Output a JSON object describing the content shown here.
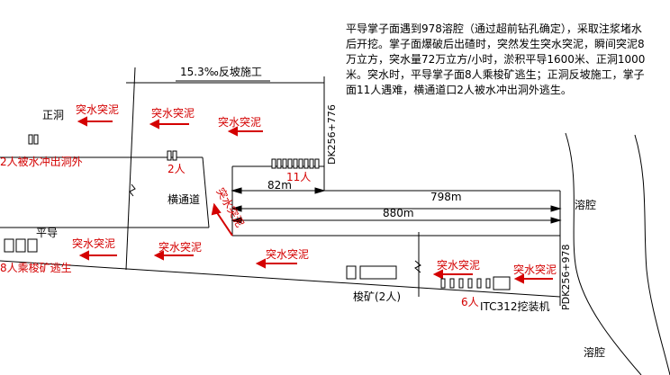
{
  "description": "平导掌子面遇到978溶腔（通过超前钻孔确定），采取注浆堵水后开挖。掌子面爆破后出碴时，突然发生突水突泥，瞬间突泥8万立方，突水量72万立方/小时，淤积平导1600米、正洞1000米。突水时，平导掌子面8人乘梭矿逃生；正洞反坡施工，掌子面11人遇难，横通道口2人被水冲出洞外逃生。",
  "labels": {
    "slope": "15.3‰反坡施工",
    "main_tunnel": "正洞",
    "parallel_tunnel": "平导",
    "cross_passage": "横通道",
    "karst_upper": "溶腔",
    "karst_lower": "溶腔",
    "station_main": "DK256+776",
    "station_parallel": "PDK256+978",
    "shuttle": "梭矿(2人)",
    "excavator": "ITC312挖装机"
  },
  "dimensions": {
    "d82": "82m",
    "d798": "798m",
    "d880": "880m"
  },
  "people": {
    "washed_out": "2人被水冲出洞外",
    "cross_two": "2人",
    "eleven": "11人",
    "shuttle_escape": "8人乘梭矿逃生",
    "six": "6人"
  },
  "flow_label": "突水突泥",
  "colors": {
    "line": "#000000",
    "accent": "#d40000"
  }
}
